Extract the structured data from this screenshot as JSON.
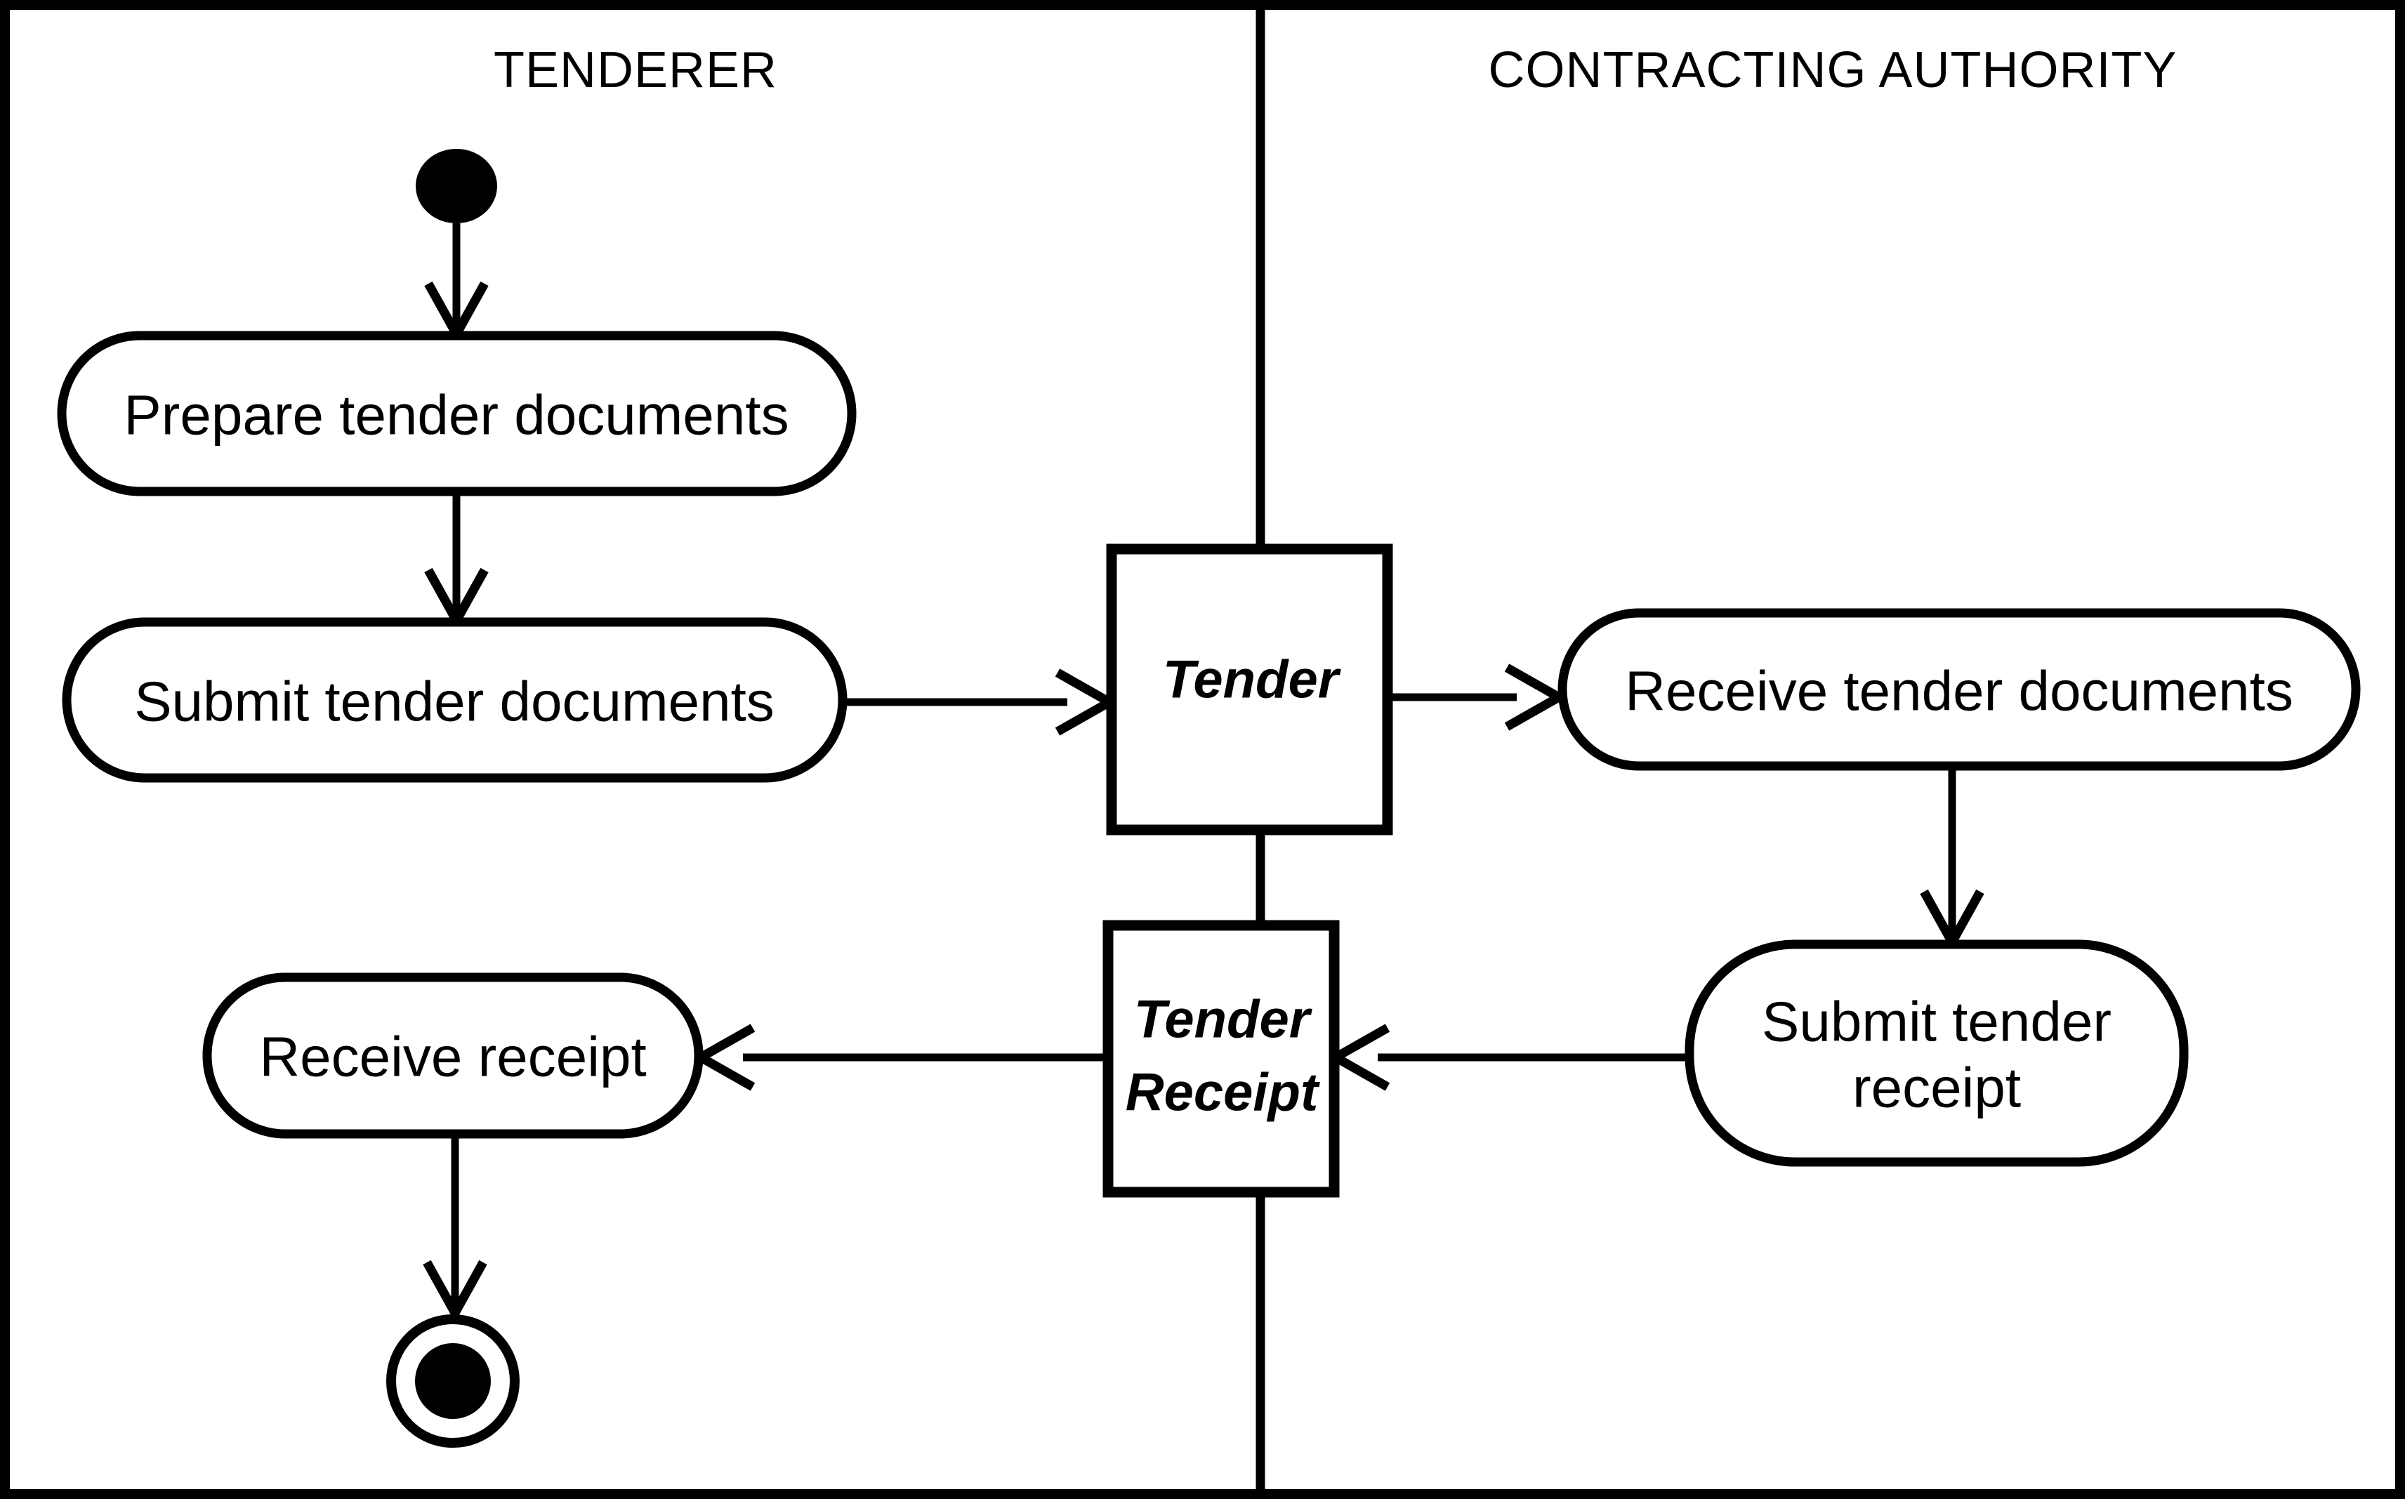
{
  "diagram": {
    "kind": "uml-activity-swimlane-diagram",
    "colors": {
      "ink": "#000000",
      "background": "#ffffff"
    },
    "lanes": {
      "left": {
        "title": "TENDERER"
      },
      "right": {
        "title": "CONTRACTING AUTHORITY"
      }
    },
    "nodes": {
      "initial": {
        "type": "initial-node"
      },
      "prepare": {
        "label": "Prepare tender documents"
      },
      "submit_docs": {
        "label": "Submit tender documents"
      },
      "tender": {
        "label": "Tender"
      },
      "receive_docs": {
        "label": "Receive tender documents"
      },
      "submit_receipt": {
        "line1": "Submit tender",
        "line2": "receipt"
      },
      "tender_receipt": {
        "line1": "Tender",
        "line2": "Receipt"
      },
      "receive_receipt": {
        "label": "Receive receipt"
      },
      "final": {
        "type": "final-node"
      }
    },
    "edges": [
      {
        "from": "initial",
        "to": "prepare"
      },
      {
        "from": "prepare",
        "to": "submit_docs"
      },
      {
        "from": "submit_docs",
        "to": "tender"
      },
      {
        "from": "tender",
        "to": "receive_docs"
      },
      {
        "from": "receive_docs",
        "to": "submit_receipt"
      },
      {
        "from": "submit_receipt",
        "to": "tender_receipt"
      },
      {
        "from": "tender_receipt",
        "to": "receive_receipt"
      },
      {
        "from": "receive_receipt",
        "to": "final"
      }
    ]
  }
}
